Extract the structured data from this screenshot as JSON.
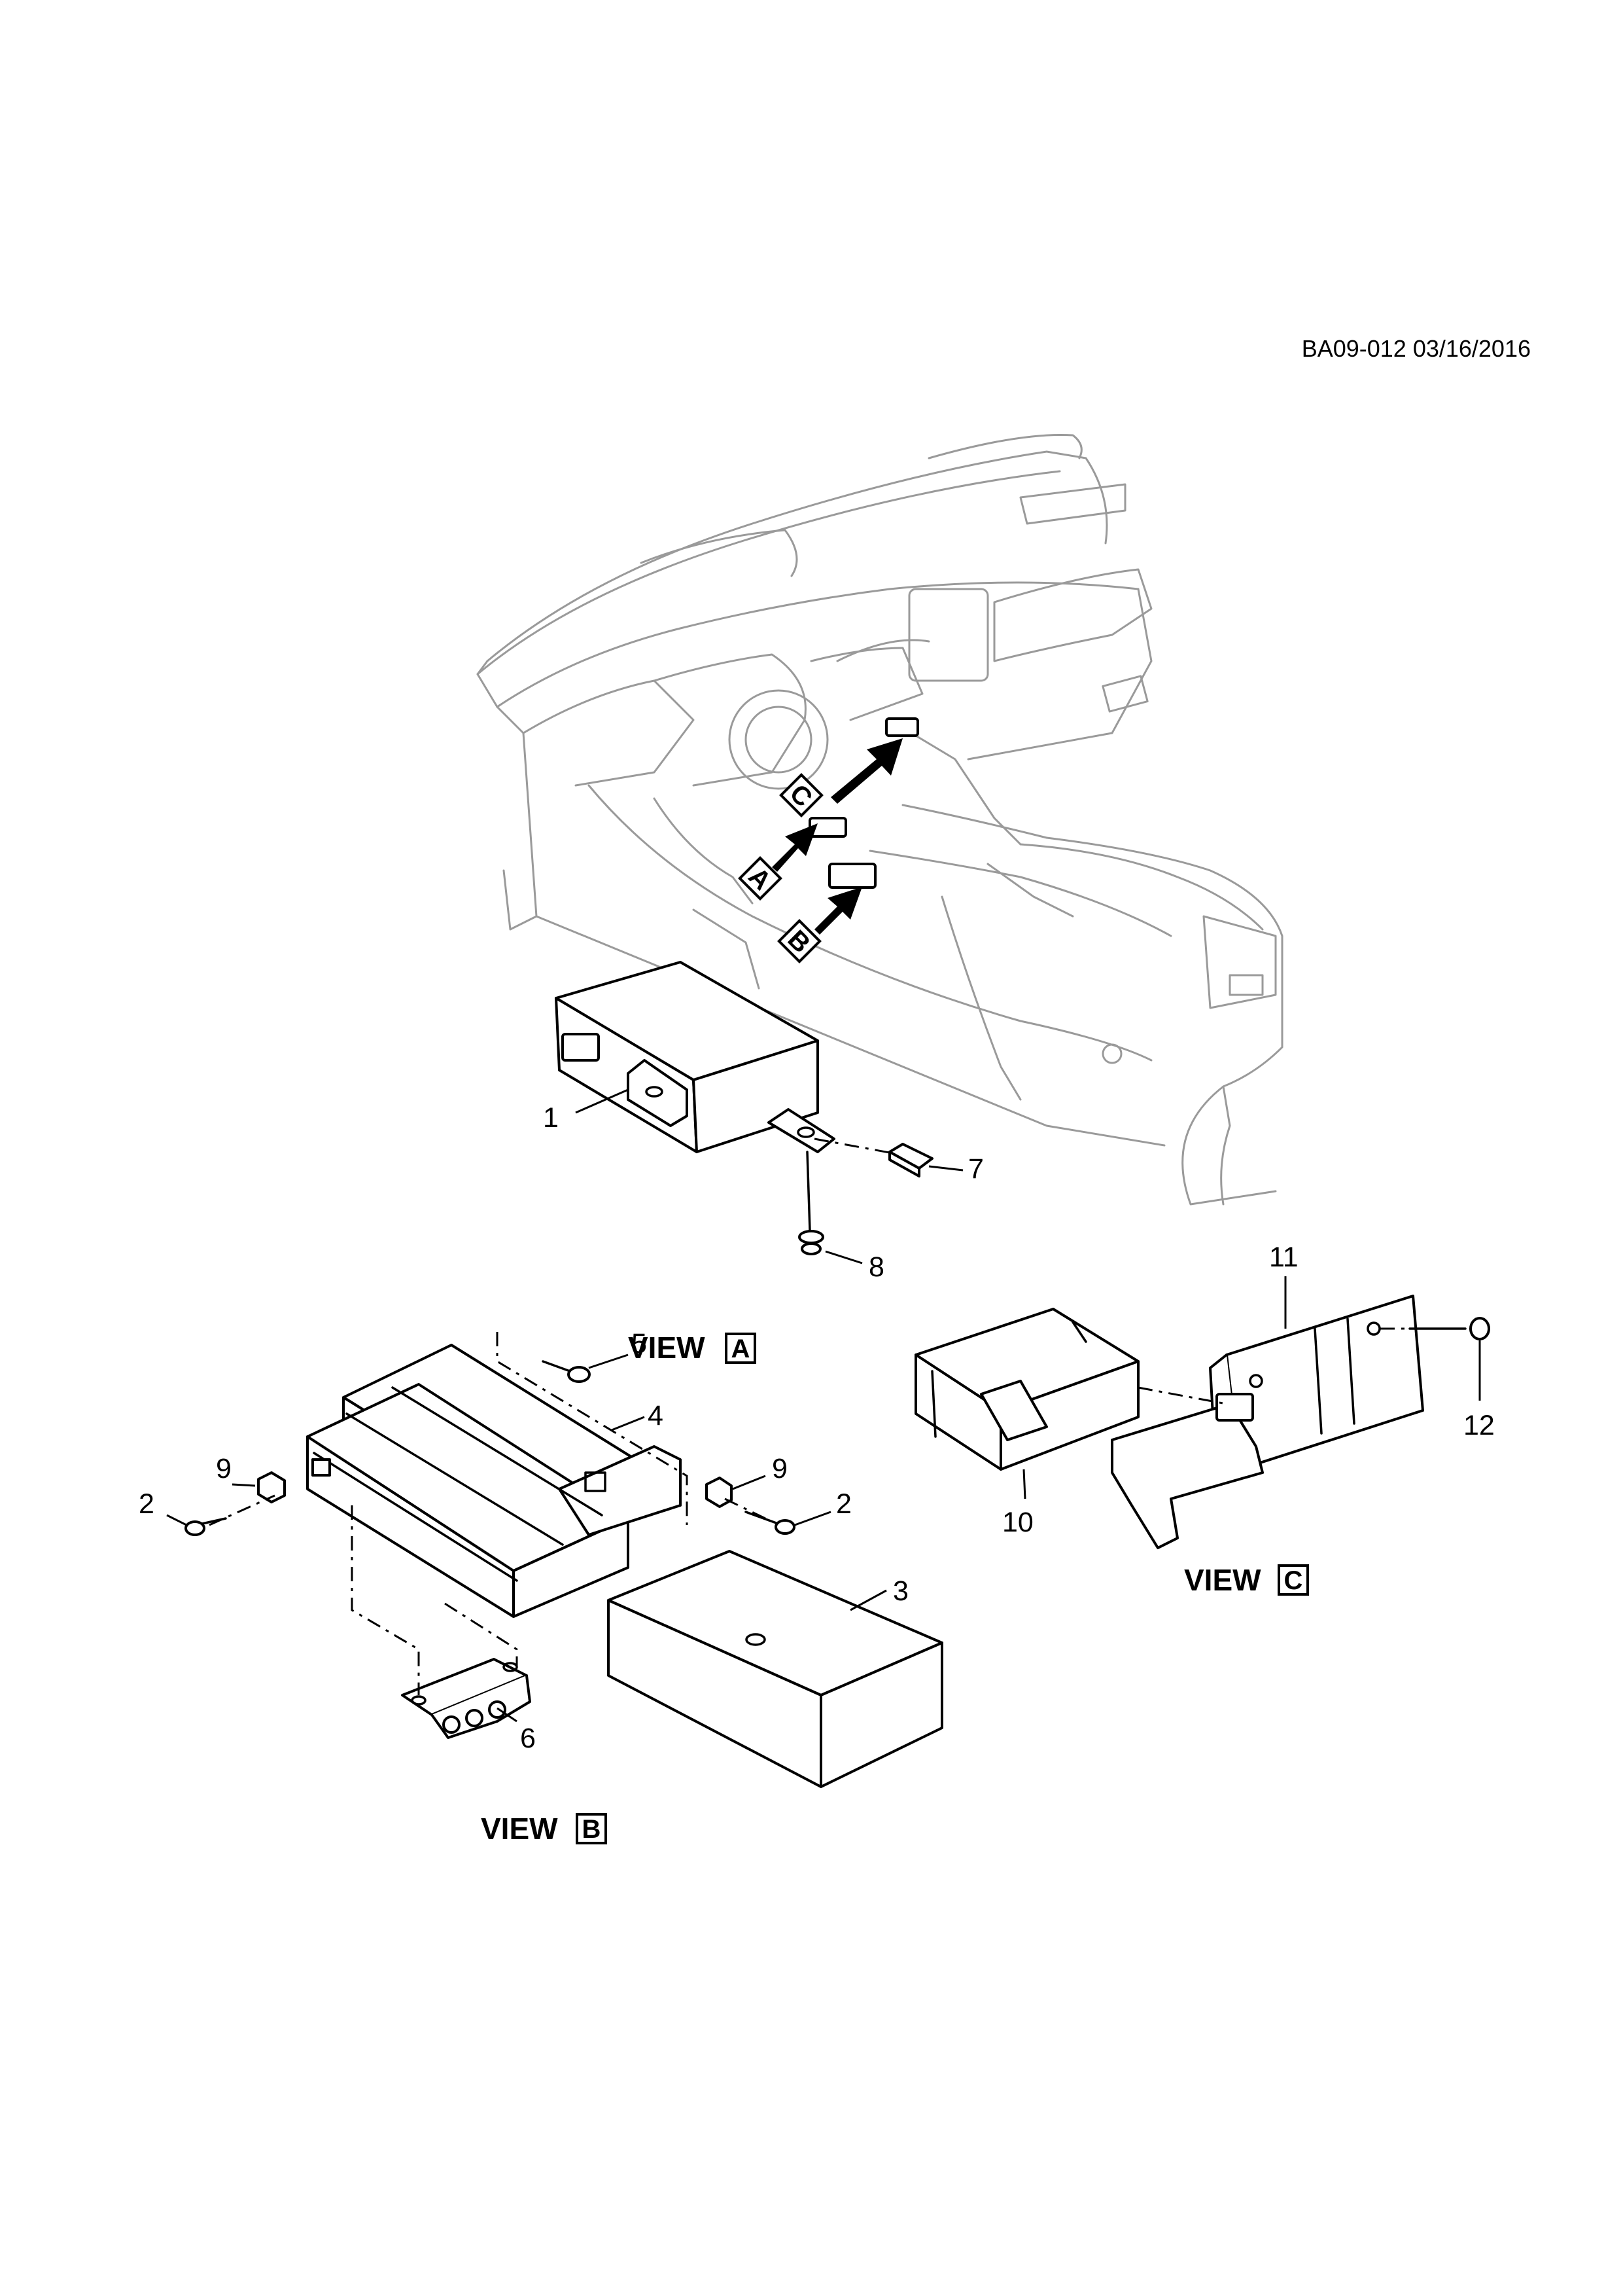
{
  "document_id": "BA09-012 03/16/2016",
  "views": {
    "a": {
      "word": "VIEW",
      "letter": "A"
    },
    "b": {
      "word": "VIEW",
      "letter": "B"
    },
    "c": {
      "word": "VIEW",
      "letter": "C"
    }
  },
  "pointer_letters": {
    "a": "A",
    "b": "B",
    "c": "C"
  },
  "callouts": {
    "view_a": [
      "1",
      "7",
      "8"
    ],
    "view_b": [
      "2",
      "2",
      "3",
      "4",
      "5",
      "6",
      "9",
      "9"
    ],
    "view_c": [
      "10",
      "11",
      "12"
    ]
  }
}
